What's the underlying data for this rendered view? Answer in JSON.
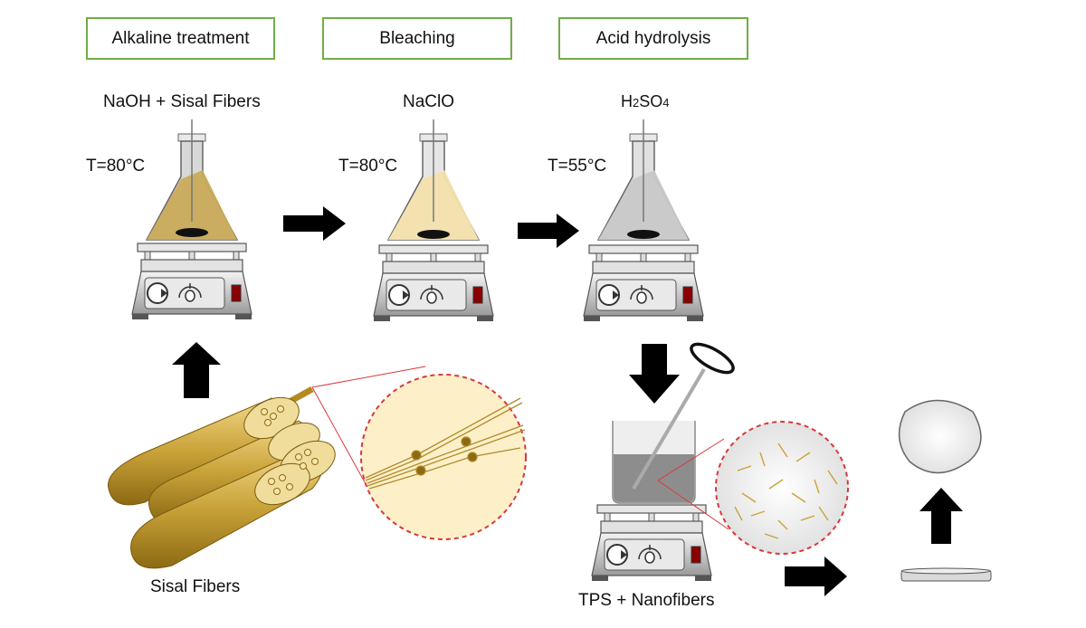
{
  "steps": [
    {
      "title": "Alkaline treatment",
      "reagent": "NaOH + Sisal Fibers",
      "temperature": "T=80°C",
      "liquid_color": "#c9ab5b"
    },
    {
      "title": "Bleaching",
      "reagent": "NaClO",
      "temperature": "T=80°C",
      "liquid_color": "#f3e2ad"
    },
    {
      "title": "Acid hydrolysis",
      "reagent_main": "H",
      "reagent_sub1": "2",
      "reagent_mid": "SO",
      "reagent_sub2": "4",
      "temperature": "T=55°C",
      "liquid_color": "#c8c8c8"
    }
  ],
  "labels": {
    "sisal": "Sisal Fibers",
    "tps": "TPS + Nanofibers"
  },
  "colors": {
    "box_border": "#70ad47",
    "arrow": "#000000",
    "zoom_circle": "#d9383a",
    "fiber": "#c9a238"
  }
}
